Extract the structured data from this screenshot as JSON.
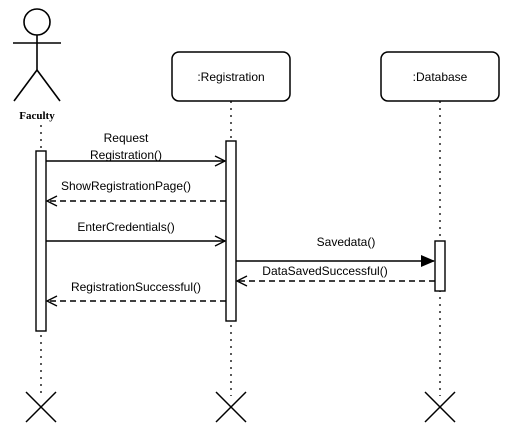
{
  "actor": {
    "label": "Faculty"
  },
  "participants": [
    {
      "id": "registration",
      "label": ":Registration"
    },
    {
      "id": "database",
      "label": ":Database"
    }
  ],
  "messages": [
    {
      "from": "Faculty",
      "to": ":Registration",
      "kind": "sync",
      "label_line1": "Request",
      "label_line2": "Registration()"
    },
    {
      "from": ":Registration",
      "to": "Faculty",
      "kind": "return",
      "label": "ShowRegistrationPage()"
    },
    {
      "from": "Faculty",
      "to": ":Registration",
      "kind": "sync",
      "label": "EnterCredentials()"
    },
    {
      "from": ":Registration",
      "to": ":Database",
      "kind": "sync",
      "label": "Savedata()"
    },
    {
      "from": ":Database",
      "to": ":Registration",
      "kind": "return",
      "label": "DataSavedSuccessful()"
    },
    {
      "from": ":Registration",
      "to": "Faculty",
      "kind": "return",
      "label": "RegistrationSuccessful()"
    }
  ]
}
